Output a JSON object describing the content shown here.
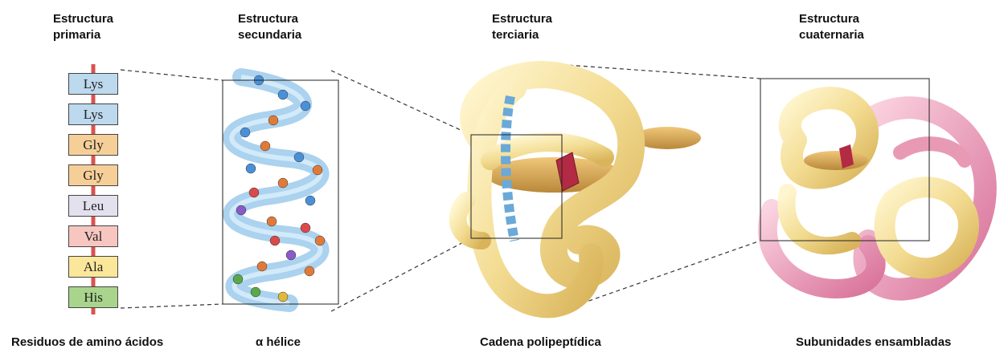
{
  "headings": [
    {
      "line1": "Estructura",
      "line2": "primaria"
    },
    {
      "line1": "Estructura",
      "line2": "secundaria"
    },
    {
      "line1": "Estructura",
      "line2": "terciaria"
    },
    {
      "line1": "Estructura",
      "line2": "cuaternaria"
    }
  ],
  "captions": [
    "Residuos de amino ácidos",
    "α hélice",
    "Cadena polipeptídica",
    "Subunidades ensambladas"
  ],
  "residues": [
    {
      "label": "Lys",
      "color": "#bcd9ee"
    },
    {
      "label": "Lys",
      "color": "#bcd9ee"
    },
    {
      "label": "Gly",
      "color": "#f6cf98"
    },
    {
      "label": "Gly",
      "color": "#f6cf98"
    },
    {
      "label": "Leu",
      "color": "#e4e1ef"
    },
    {
      "label": "Val",
      "color": "#f7c6c1"
    },
    {
      "label": "Ala",
      "color": "#fbe79a"
    },
    {
      "label": "His",
      "color": "#a8d48c"
    }
  ],
  "colors": {
    "backbone": "#d9534f",
    "helix": "#8fc3e8",
    "ribbon": "#f2dc93",
    "subunit_pink": "#e89ab5"
  }
}
